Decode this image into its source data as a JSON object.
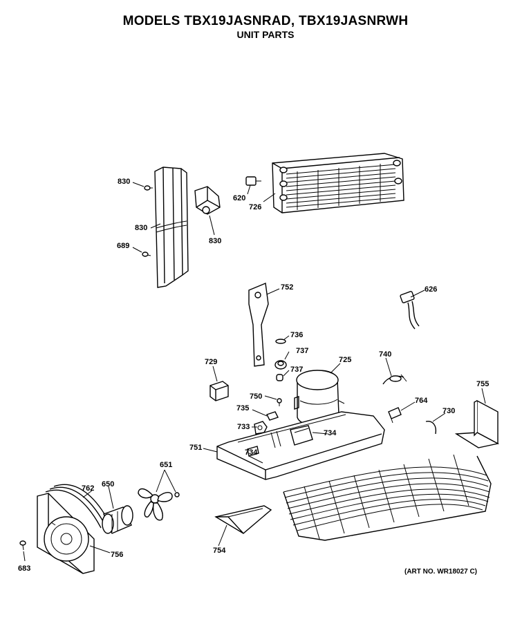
{
  "title": "MODELS TBX19JASNRAD, TBX19JASNRWH",
  "subtitle": "UNIT PARTS",
  "art_no": "(ART NO. WR18027 C)",
  "labels": {
    "l830a": "830",
    "l830b": "830",
    "l830c": "830",
    "l689": "689",
    "l620": "620",
    "l726": "726",
    "l752": "752",
    "l626": "626",
    "l736": "736",
    "l737a": "737",
    "l737b": "737",
    "l729": "729",
    "l725": "725",
    "l740": "740",
    "l755": "755",
    "l750": "750",
    "l735": "735",
    "l764": "764",
    "l730": "730",
    "l733": "733",
    "l734a": "734",
    "l734b": "734",
    "l751": "751",
    "l651": "651",
    "l762": "762",
    "l650": "650",
    "l756": "756",
    "l754": "754",
    "l683": "683"
  }
}
